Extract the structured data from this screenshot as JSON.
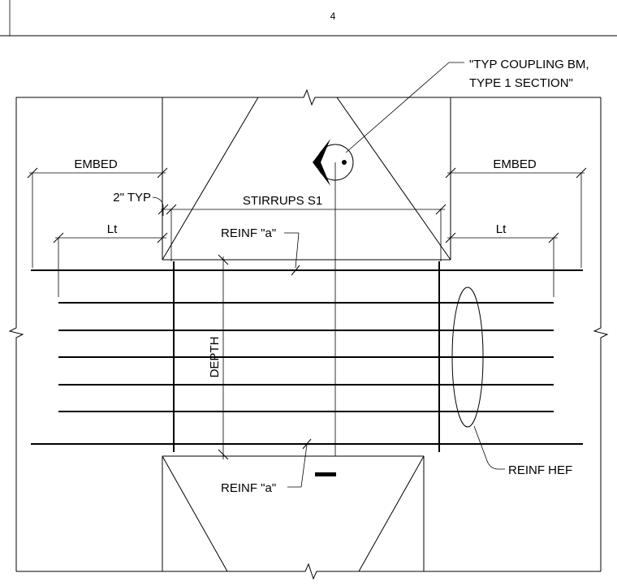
{
  "page": {
    "number": "4"
  },
  "labels": {
    "callout_line1": "\"TYP COUPLING BM,",
    "callout_line2": "TYPE 1 SECTION\"",
    "embed_left": "EMBED",
    "embed_right": "EMBED",
    "typ_2in": "2\" TYP",
    "stirrups": "STIRRUPS S1",
    "lt_left": "Lt",
    "lt_right": "Lt",
    "reinf_a_top": "REINF \"a\"",
    "reinf_a_bottom": "REINF \"a\"",
    "depth": "DEPTH",
    "reinf_hef": "REINF HEF"
  }
}
